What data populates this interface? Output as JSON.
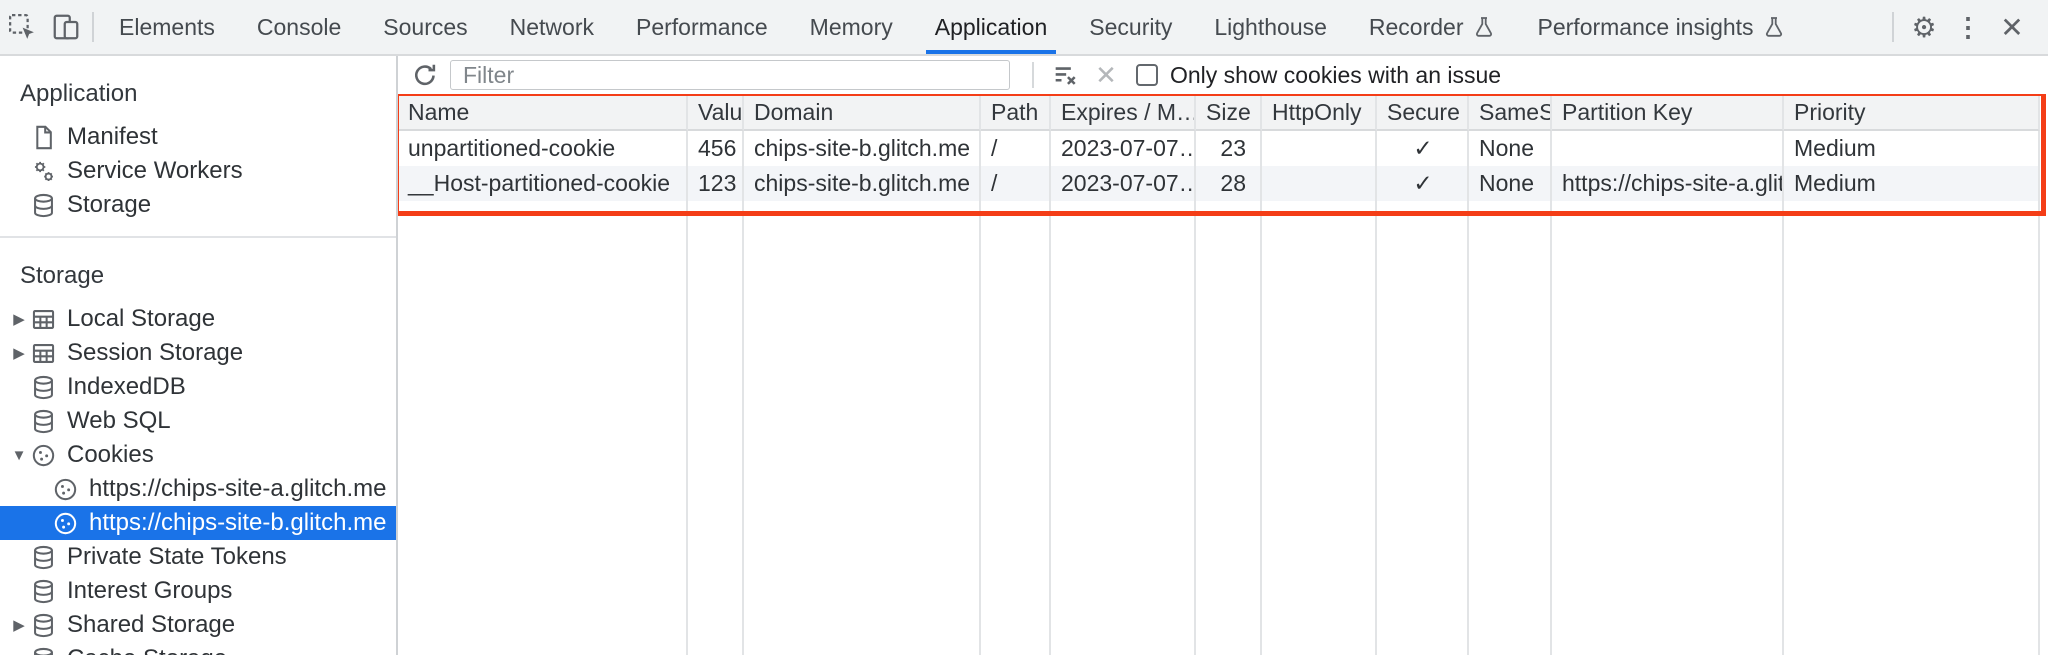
{
  "topbar": {
    "tabs": [
      {
        "label": "Elements"
      },
      {
        "label": "Console"
      },
      {
        "label": "Sources"
      },
      {
        "label": "Network"
      },
      {
        "label": "Performance"
      },
      {
        "label": "Memory"
      },
      {
        "label": "Application",
        "selected": true
      },
      {
        "label": "Security"
      },
      {
        "label": "Lighthouse"
      },
      {
        "label": "Recorder",
        "flask": true
      },
      {
        "label": "Performance insights",
        "flask": true
      }
    ],
    "icons": {
      "gear": "⚙",
      "more": "⋮",
      "close": "✕"
    }
  },
  "sidebar": {
    "application_section": {
      "title": "Application",
      "items": [
        {
          "label": "Manifest"
        },
        {
          "label": "Service Workers"
        },
        {
          "label": "Storage"
        }
      ]
    },
    "storage_section": {
      "title": "Storage",
      "items": [
        {
          "label": "Local Storage",
          "arrow": "▶"
        },
        {
          "label": "Session Storage",
          "arrow": "▶"
        },
        {
          "label": "IndexedDB"
        },
        {
          "label": "Web SQL"
        },
        {
          "label": "Cookies",
          "arrow": "▼"
        },
        {
          "label": "https://chips-site-a.glitch.me"
        },
        {
          "label": "https://chips-site-b.glitch.me",
          "selected": true
        },
        {
          "label": "Private State Tokens"
        },
        {
          "label": "Interest Groups"
        },
        {
          "label": "Shared Storage",
          "arrow": "▶"
        },
        {
          "label": "Cache Storage"
        }
      ]
    }
  },
  "toolbar": {
    "filter_placeholder": "Filter",
    "checkbox_label": "Only show cookies with an issue",
    "checkbox_checked": false
  },
  "table": {
    "columns": [
      {
        "label": "Name"
      },
      {
        "label": "Value"
      },
      {
        "label": "Domain"
      },
      {
        "label": "Path"
      },
      {
        "label": "Expires / M…"
      },
      {
        "label": "Size"
      },
      {
        "label": "HttpOnly"
      },
      {
        "label": "Secure"
      },
      {
        "label": "SameSite"
      },
      {
        "label": "Partition Key"
      },
      {
        "label": "Priority"
      }
    ],
    "rows": [
      {
        "cells": [
          "unpartitioned-cookie",
          "456",
          "chips-site-b.glitch.me",
          "/",
          "2023-07-07…",
          "23",
          "",
          "✓",
          "None",
          "",
          "Medium"
        ]
      },
      {
        "cells": [
          "__Host-partitioned-cookie",
          "123",
          "chips-site-b.glitch.me",
          "/",
          "2023-07-07…",
          "28",
          "",
          "✓",
          "None",
          "https://chips-site-a.glitch.me",
          "Medium"
        ]
      }
    ]
  },
  "colors": {
    "accent": "#1a73e8",
    "selected_item_bg": "#1a73e8",
    "annotation": "#f43d17"
  }
}
